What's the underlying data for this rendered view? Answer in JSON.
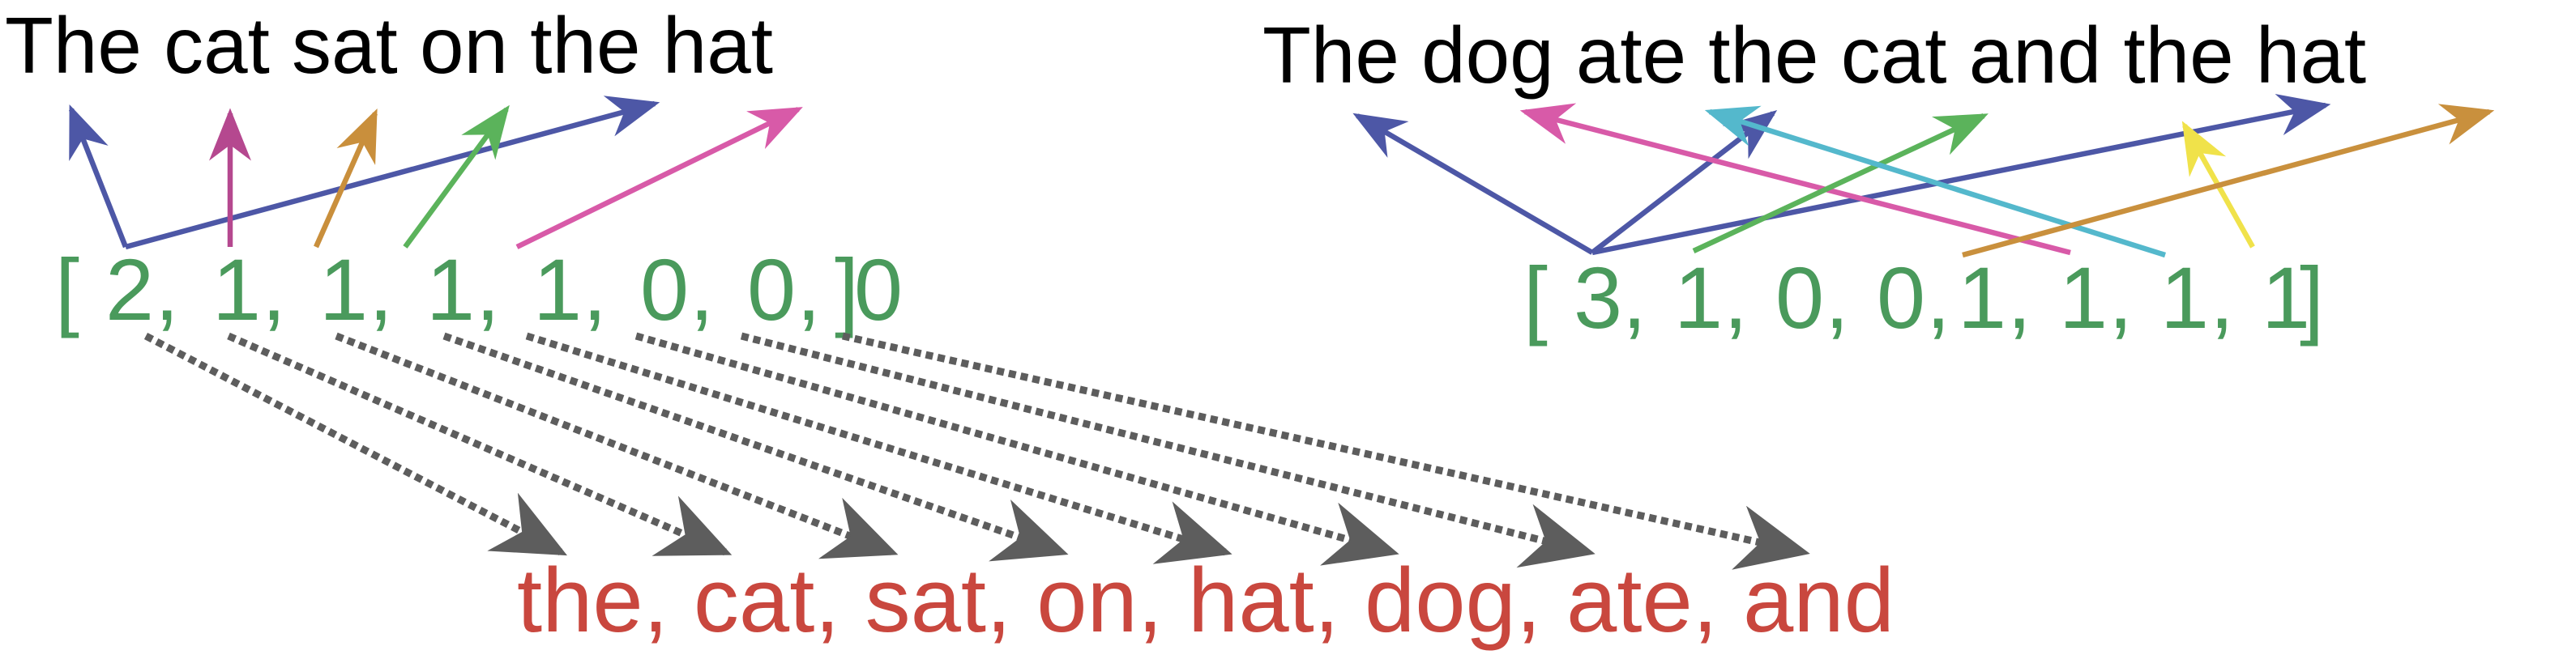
{
  "sentences": [
    {
      "text": "The cat sat on the hat",
      "vector": [
        "2",
        "1",
        "1",
        "1",
        "1",
        "0",
        "0",
        "0"
      ]
    },
    {
      "text": "The dog ate the cat and the hat",
      "vector": [
        "3",
        "1",
        "0",
        "0",
        "1",
        "1",
        "1",
        "1"
      ]
    }
  ],
  "vocabulary": "the, cat, sat, on, hat, dog, ate, and",
  "colors": {
    "vector": "#4a9a5c",
    "vocabulary": "#c9473e",
    "dotted": "#5d5d5d",
    "the": "#4d57a6",
    "cat": "#b5488f",
    "sat": "#c98f3c",
    "on": "#5bb35b",
    "hat": "#d85aa8",
    "dog": "#4d57a6",
    "ate": "#54b8cc",
    "and": "#f0e24a",
    "hat2": "#c9903d"
  }
}
